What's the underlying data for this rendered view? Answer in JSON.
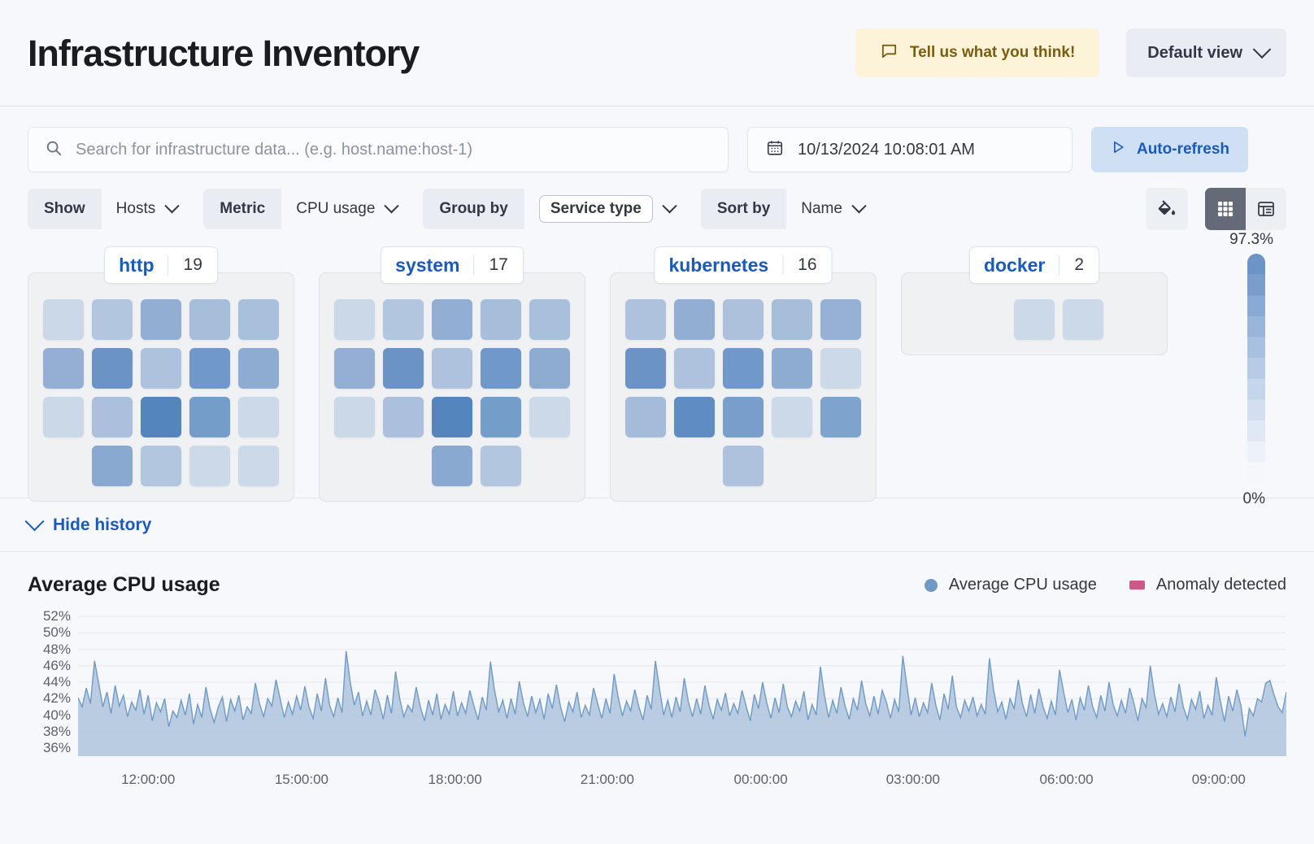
{
  "header": {
    "title": "Infrastructure Inventory",
    "feedback_label": "Tell us what you think!",
    "feedback_icon": "comment-icon",
    "view_label": "Default view",
    "view_chevron_icon": "chevron-down-icon"
  },
  "search": {
    "placeholder": "Search for infrastructure data... (e.g. host.name:host-1)",
    "icon": "search-icon"
  },
  "datepicker": {
    "value": "10/13/2024 10:08:01 AM",
    "icon": "calendar-icon"
  },
  "refresh": {
    "label": "Auto-refresh",
    "icon": "play-icon"
  },
  "controls": [
    {
      "label": "Show",
      "value": "Hosts",
      "outlined": false
    },
    {
      "label": "Metric",
      "value": "CPU usage",
      "outlined": false
    },
    {
      "label": "Group by",
      "value": "Service type",
      "outlined": true
    },
    {
      "label": "Sort by",
      "value": "Name",
      "outlined": false
    }
  ],
  "view_toggle": {
    "palette_icon": "paint-bucket-icon",
    "grid_icon": "grid-view-icon",
    "table_icon": "table-view-icon",
    "active": "grid"
  },
  "legend_scale": {
    "max": "97.3%",
    "min": "0%"
  },
  "groups": [
    {
      "name": "http",
      "count": "19",
      "cells": [
        "#cbd8e8",
        "#b3c6e0",
        "#93aed3",
        "#a7bedb",
        "#a9c0dc",
        "#94afd3",
        "#6b93c6",
        "#aec2dd",
        "#7099c9",
        "#8eabd1",
        "#cbd8e8",
        "#acbfdc",
        "#5585bd",
        "#759dca",
        "#ccd9e9",
        "#8aa9d0",
        "#b3c6e0",
        "#ccd9e9",
        "#ccd9e9"
      ],
      "cell_offsets": [
        0,
        0,
        0,
        1
      ]
    },
    {
      "name": "system",
      "count": "17",
      "cells": [
        "#cbd8e8",
        "#b3c6e0",
        "#93aed3",
        "#a7bedb",
        "#a9c0dc",
        "#94afd3",
        "#6b93c6",
        "#aec2dd",
        "#7099c9",
        "#8eabd1",
        "#cbd8e8",
        "#acbfdc",
        "#5585bd",
        "#759dca",
        "#ccd9e9",
        "#8aa9d0",
        "#b3c6e0"
      ],
      "cell_offsets": [
        0,
        0,
        0,
        2
      ]
    },
    {
      "name": "kubernetes",
      "count": "16",
      "cells": [
        "#aec2dd",
        "#93aed3",
        "#adc1dd",
        "#a7bedb",
        "#96b1d4",
        "#6b93c6",
        "#aec2dd",
        "#7099c9",
        "#8eabd1",
        "#ccd9e9",
        "#a4bbda",
        "#5f8cc2",
        "#789fcb",
        "#ccd9e9",
        "#7ea4cd",
        "#aec2dd"
      ],
      "cell_offsets": [
        0,
        0,
        0,
        2
      ]
    },
    {
      "name": "docker",
      "count": "2",
      "cells": [
        "#ccd9e9",
        "#ccd9e9"
      ],
      "cell_offsets": [
        2
      ]
    }
  ],
  "history": {
    "toggle_label": "Hide history",
    "toggle_icon": "chevron-down-icon"
  },
  "chart_data": {
    "type": "area",
    "title": "Average CPU usage",
    "xlabel": "",
    "ylabel": "",
    "ylim": [
      35,
      53
    ],
    "grid": true,
    "legend_position": "top-right",
    "legend": [
      {
        "name": "Average CPU usage",
        "color": "#6f9ac6",
        "marker": "circle"
      },
      {
        "name": "Anomaly detected",
        "color": "#cc5988",
        "marker": "square"
      }
    ],
    "ytick_labels": [
      "52%",
      "50%",
      "48%",
      "46%",
      "44%",
      "42%",
      "40%",
      "38%",
      "36%"
    ],
    "ytick_values": [
      52,
      50,
      48,
      46,
      44,
      42,
      40,
      38,
      36
    ],
    "xtick_labels": [
      "12:00:00",
      "15:00:00",
      "18:00:00",
      "21:00:00",
      "00:00:00",
      "03:00:00",
      "06:00:00",
      "09:00:00"
    ],
    "xtick_positions": [
      0.058,
      0.185,
      0.312,
      0.438,
      0.565,
      0.691,
      0.818,
      0.944
    ],
    "series": [
      {
        "name": "Average CPU usage",
        "color": "#6f9ac6",
        "fill": "#aec4dd",
        "values": [
          42.1,
          41.0,
          43.3,
          41.4,
          46.6,
          43.9,
          41.0,
          42.8,
          40.2,
          43.6,
          41.1,
          42.4,
          39.8,
          41.6,
          40.6,
          43.1,
          40.1,
          42.4,
          39.3,
          41.5,
          40.4,
          42.0,
          38.6,
          40.5,
          39.7,
          41.8,
          40.0,
          42.6,
          38.9,
          41.3,
          39.7,
          43.4,
          40.8,
          39.1,
          41.0,
          42.2,
          39.2,
          41.9,
          40.5,
          42.4,
          39.4,
          41.0,
          40.2,
          43.9,
          41.4,
          39.8,
          42.0,
          41.1,
          44.3,
          42.0,
          39.7,
          41.6,
          40.1,
          42.3,
          40.6,
          43.5,
          41.0,
          39.6,
          42.6,
          40.5,
          44.5,
          41.2,
          39.8,
          42.1,
          40.3,
          47.8,
          44.0,
          41.2,
          42.8,
          39.9,
          41.7,
          40.0,
          43.1,
          41.6,
          39.5,
          42.4,
          40.2,
          45.3,
          42.0,
          39.8,
          41.2,
          40.4,
          43.4,
          41.0,
          39.3,
          41.8,
          40.0,
          42.6,
          39.5,
          41.3,
          40.1,
          42.9,
          39.9,
          41.5,
          40.2,
          43.0,
          41.1,
          39.4,
          42.2,
          40.6,
          46.5,
          43.0,
          40.4,
          41.8,
          39.6,
          42.0,
          40.1,
          44.1,
          41.5,
          39.8,
          42.3,
          40.3,
          41.9,
          39.5,
          42.6,
          40.8,
          43.7,
          41.0,
          39.2,
          41.6,
          40.4,
          42.8,
          39.7,
          41.2,
          40.0,
          43.3,
          41.4,
          39.6,
          42.0,
          40.2,
          45.0,
          42.1,
          39.9,
          41.7,
          40.5,
          43.1,
          41.0,
          39.4,
          42.4,
          40.7,
          46.6,
          43.2,
          40.0,
          41.8,
          39.7,
          42.2,
          40.4,
          44.5,
          41.6,
          39.8,
          42.0,
          40.1,
          43.6,
          41.2,
          39.5,
          41.9,
          40.6,
          42.7,
          39.9,
          41.4,
          40.2,
          43.0,
          41.1,
          39.3,
          42.5,
          40.8,
          44.0,
          41.5,
          39.6,
          42.1,
          40.3,
          43.8,
          41.0,
          39.8,
          41.7,
          40.5,
          42.9,
          39.4,
          41.3,
          40.0,
          45.9,
          42.4,
          39.7,
          41.8,
          40.2,
          43.4,
          41.1,
          39.5,
          42.0,
          40.6,
          44.2,
          41.4,
          39.9,
          42.3,
          40.1,
          43.0,
          41.6,
          39.6,
          41.9,
          40.4,
          47.2,
          43.5,
          40.0,
          42.1,
          39.8,
          41.5,
          40.3,
          43.9,
          41.2,
          39.4,
          42.6,
          40.7,
          44.8,
          41.0,
          39.7,
          41.8,
          40.5,
          42.2,
          39.9,
          41.3,
          40.1,
          46.9,
          43.1,
          40.4,
          41.6,
          39.5,
          42.0,
          40.8,
          44.3,
          41.4,
          39.8,
          42.5,
          40.2,
          43.2,
          41.0,
          39.6,
          41.7,
          40.0,
          45.5,
          42.8,
          40.3,
          41.9,
          39.4,
          42.1,
          40.6,
          43.6,
          41.1,
          39.7,
          42.4,
          40.5,
          44.0,
          41.3,
          39.9,
          41.8,
          40.2,
          43.3,
          41.5,
          39.3,
          42.0,
          40.9,
          46.0,
          42.6,
          40.1,
          41.4,
          39.8,
          42.2,
          40.4,
          43.8,
          41.0,
          39.5,
          41.9,
          40.7,
          42.9,
          39.6,
          41.2,
          40.0,
          44.6,
          41.7,
          39.2,
          42.3,
          40.5,
          43.1,
          41.1,
          37.4,
          40.8,
          39.9,
          42.0,
          41.6,
          43.9,
          44.2,
          42.5,
          41.0,
          40.3,
          42.8
        ]
      }
    ]
  }
}
